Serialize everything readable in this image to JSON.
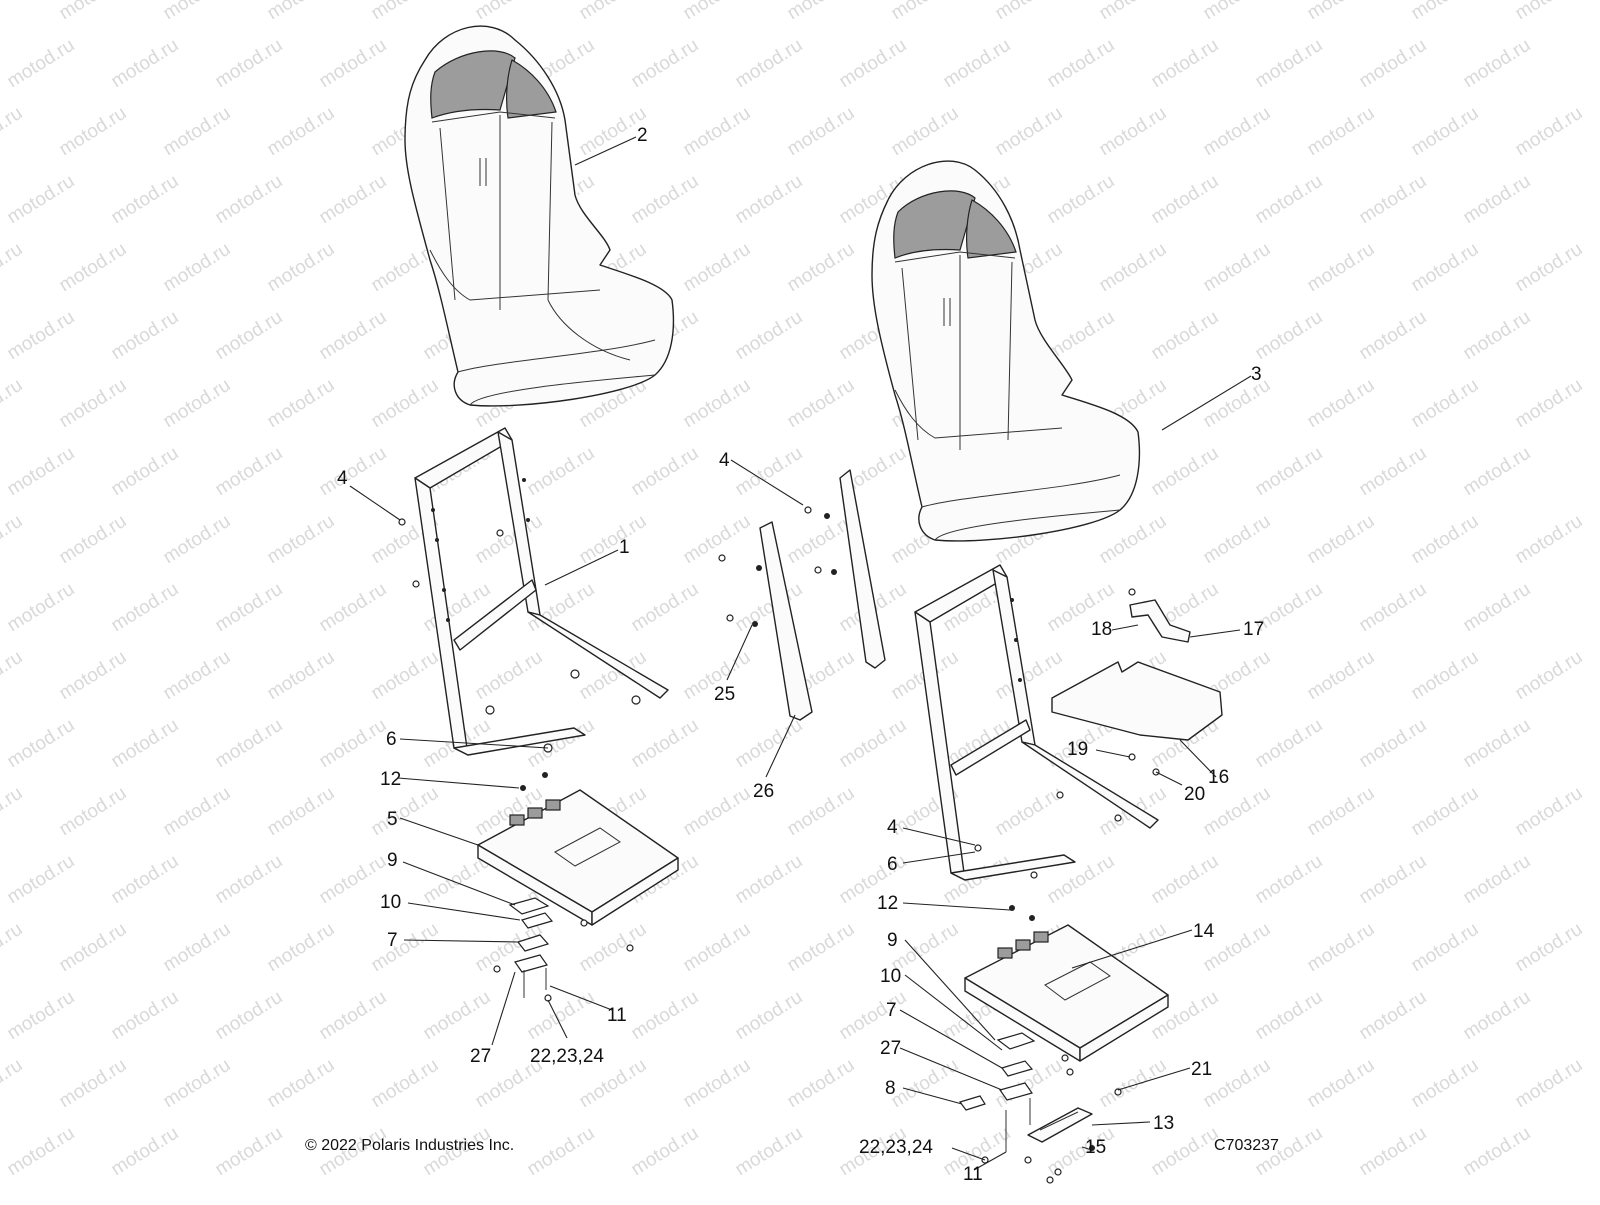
{
  "diagram": {
    "copyright": "© 2022 Polaris Industries Inc.",
    "part_code": "C703237",
    "watermark": "motod.ru",
    "callouts": [
      "2",
      "3",
      "4",
      "1",
      "4",
      "25",
      "26",
      "6",
      "12",
      "5",
      "9",
      "10",
      "7",
      "11",
      "27",
      "22,23,24",
      "18",
      "17",
      "16",
      "19",
      "20",
      "4",
      "6",
      "12",
      "14",
      "9",
      "10",
      "7",
      "27",
      "8",
      "22,23,24",
      "11",
      "21",
      "13",
      "15"
    ]
  }
}
